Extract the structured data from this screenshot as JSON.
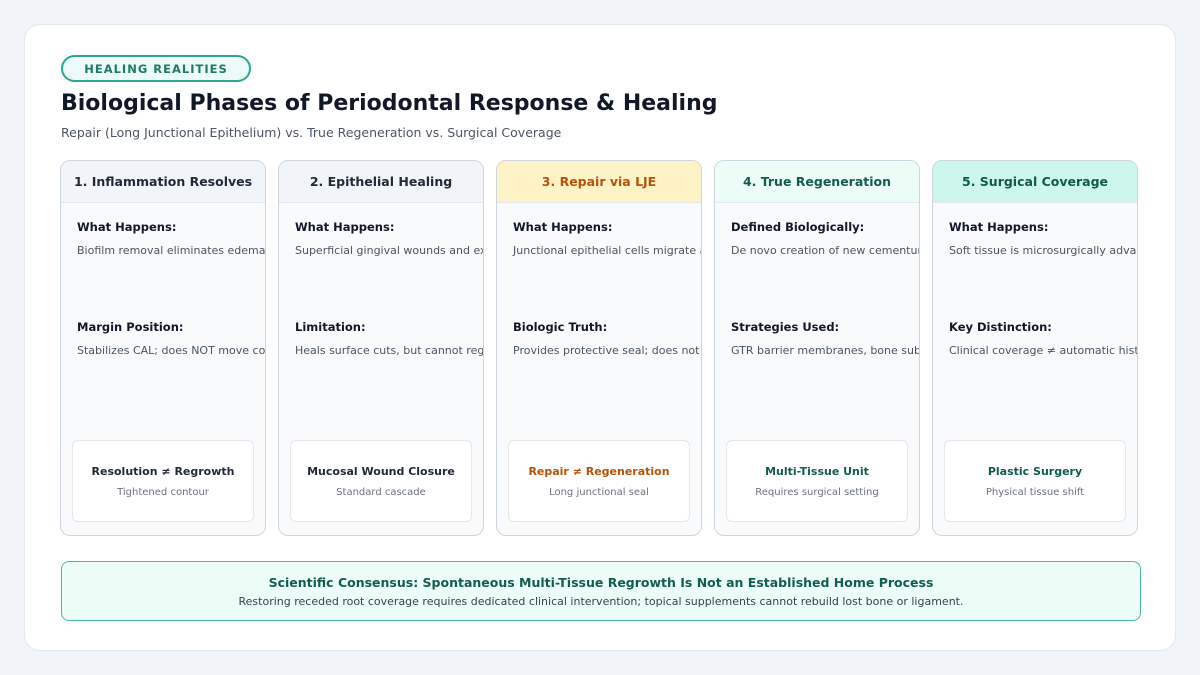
{
  "tag": "HEALING REALITIES",
  "title": "Biological Phases of Periodontal Response & Healing",
  "subtitle": "Repair (Long Junctional Epithelium) vs. True Regeneration vs. Surgical Coverage",
  "colors": {
    "accent": "#2aa891",
    "neutral_header": "#f1f4f8",
    "repair_header": "#fef3c7",
    "repair_text": "#b45309",
    "regen_header": "#ecfdf8",
    "regen_text": "#145c50",
    "surgical_header": "#cdf7ec",
    "surgical_text": "#0f5a4b"
  },
  "cards": [
    {
      "header": "1. Inflammation Resolves",
      "s1_label": "What Happens:",
      "s1_text": "Biofilm removal eliminates edema and",
      "s2_label": "Margin Position:",
      "s2_text": "Stabilizes CAL; does NOT move corona",
      "foot_title": "Resolution ≠ Regrowth",
      "foot_sub": "Tightened contour"
    },
    {
      "header": "2. Epithelial Healing",
      "s1_label": "What Happens:",
      "s1_text": "Superficial gingival wounds and excor",
      "s2_label": "Limitation:",
      "s2_text": "Heals surface cuts, but cannot regener",
      "foot_title": "Mucosal Wound Closure",
      "foot_sub": "Standard cascade"
    },
    {
      "header": "3. Repair via LJE",
      "s1_label": "What Happens:",
      "s1_text": "Junctional epithelial cells migrate alo",
      "s2_label": "Biologic Truth:",
      "s2_text": "Provides protective seal; does not forn",
      "foot_title": "Repair ≠ Regeneration",
      "foot_sub": "Long junctional seal"
    },
    {
      "header": "4. True Regeneration",
      "s1_label": "Defined Biologically:",
      "s1_text": "De novo creation of new cementum,",
      "s2_label": "Strategies Used:",
      "s2_text": "GTR barrier membranes, bone substitu",
      "foot_title": "Multi-Tissue Unit",
      "foot_sub": "Requires surgical setting"
    },
    {
      "header": "5. Surgical Coverage",
      "s1_label": "What Happens:",
      "s1_text": "Soft tissue is microsurgically advanced and grafted",
      "s2_label": "Key Distinction:",
      "s2_text": "Clinical coverage ≠ automatic histological regeneration",
      "foot_title": "Plastic Surgery",
      "foot_sub": "Physical tissue shift"
    }
  ],
  "banner": {
    "title": "Scientific Consensus: Spontaneous Multi-Tissue Regrowth Is Not an Established Home Process",
    "text": "Restoring receded root coverage requires dedicated clinical intervention; topical supplements cannot rebuild lost bone or ligament."
  }
}
